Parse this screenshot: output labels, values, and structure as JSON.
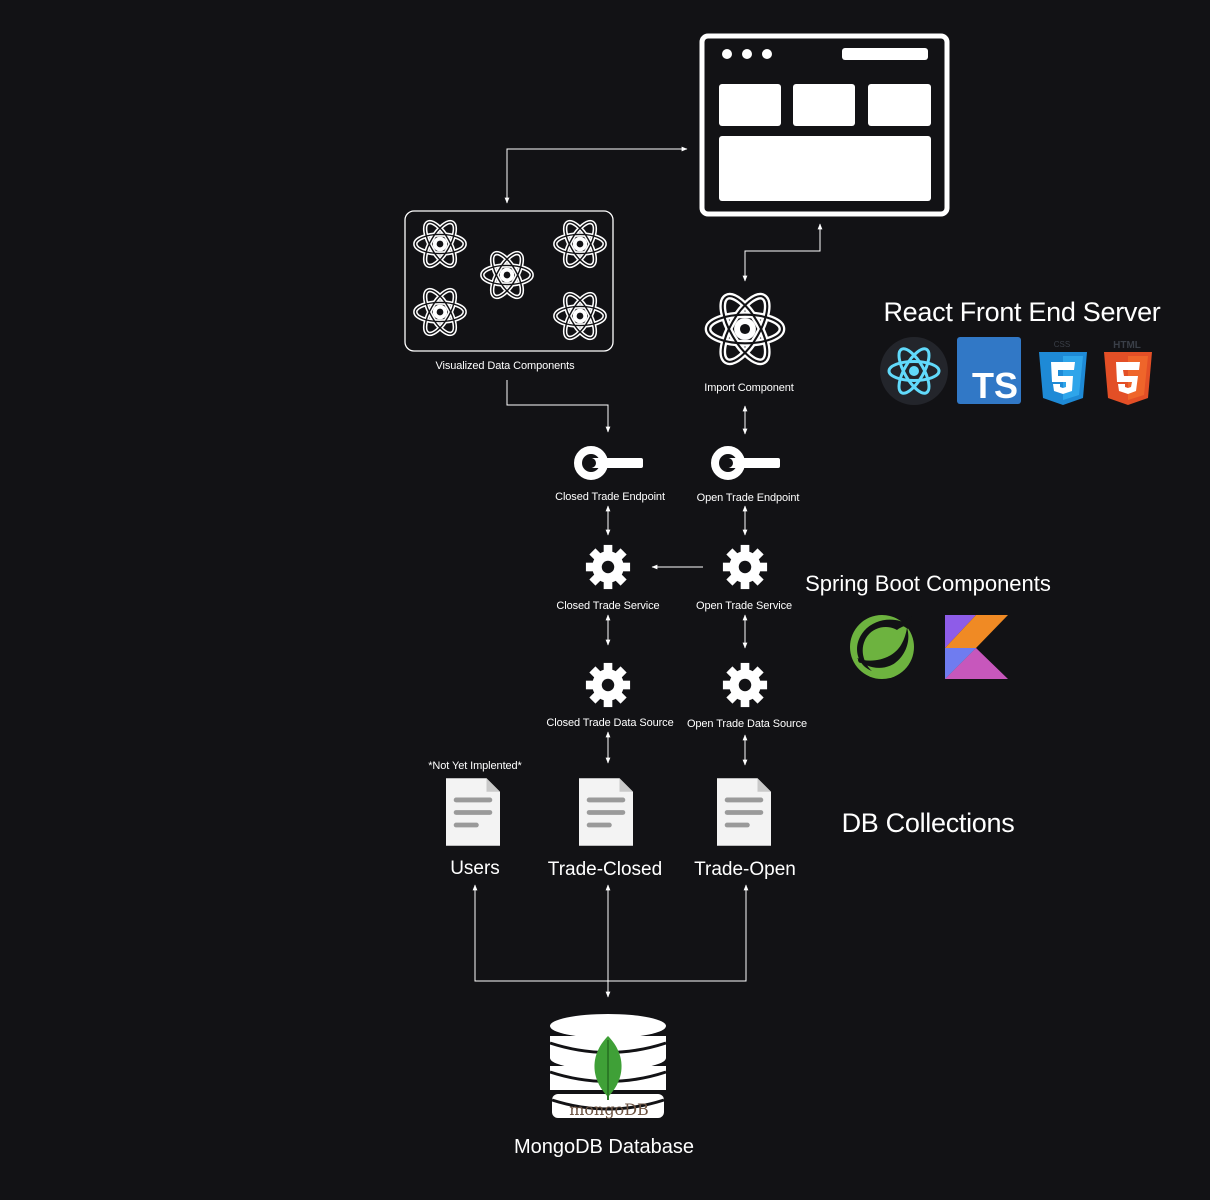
{
  "colors": {
    "background": "#121215",
    "foreground": "#ffffff",
    "react": "#61dafb",
    "typescript": "#3178c6",
    "css3": "#1e8ad6",
    "html5": "#e34f26",
    "spring": "#6db33f",
    "mongo_leaf": "#3fa037",
    "mongo_text": "#6b5140"
  },
  "frontend": {
    "browser_icon": "browser-window-icon",
    "visualized_label": "Visualized Data Components",
    "import_label": "Import Component",
    "heading": "React Front End Server",
    "tech_icons": [
      "react-logo-icon",
      "typescript-logo-icon",
      "css3-logo-icon",
      "html5-logo-icon"
    ],
    "ts_badge": "TS",
    "css_badge_top": "CSS",
    "html_badge_top": "HTML"
  },
  "endpoints": {
    "closed": "Closed Trade Endpoint",
    "open": "Open Trade Endpoint"
  },
  "services": {
    "closed": "Closed Trade Service",
    "open": "Open Trade Service"
  },
  "data_sources": {
    "closed": "Closed Trade Data Source",
    "open": "Open Trade Data Source"
  },
  "backend": {
    "heading": "Spring Boot Components",
    "tech_icons": [
      "spring-logo-icon",
      "kotlin-logo-icon"
    ]
  },
  "collections": {
    "heading": "DB Collections",
    "note": "*Not Yet Implented*",
    "users": "Users",
    "trade_closed": "Trade-Closed",
    "trade_open": "Trade-Open"
  },
  "database": {
    "logo_text": "mongoDB",
    "label": "MongoDB Database"
  }
}
